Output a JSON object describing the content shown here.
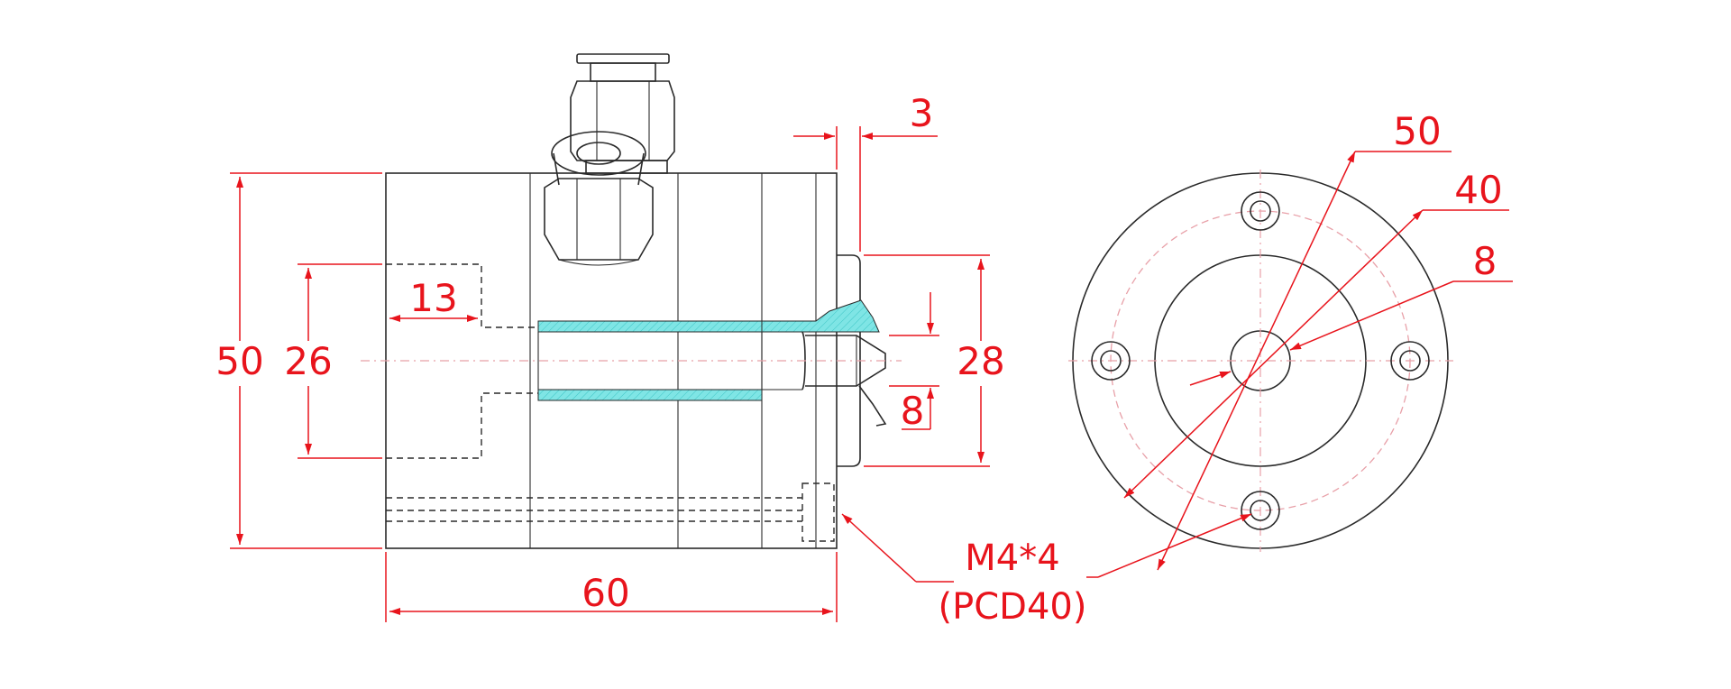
{
  "colors": {
    "dimension": "#e8141c",
    "outline": "#2a2a2a",
    "centerline": "#e8a0a8",
    "section_fill": "#7fe5e5"
  },
  "dimensions": {
    "outer_height": "50",
    "bore_height": "26",
    "counterbore_depth": "13",
    "total_length": "60",
    "flange_step": "3",
    "flange_height": "28",
    "inner_bore": "8"
  },
  "end_view": {
    "outer_diameter": "50",
    "mid_diameter": "40",
    "center_diameter": "8"
  },
  "callout": {
    "hole_spec": "M4*4",
    "pcd": "(PCD40)"
  }
}
